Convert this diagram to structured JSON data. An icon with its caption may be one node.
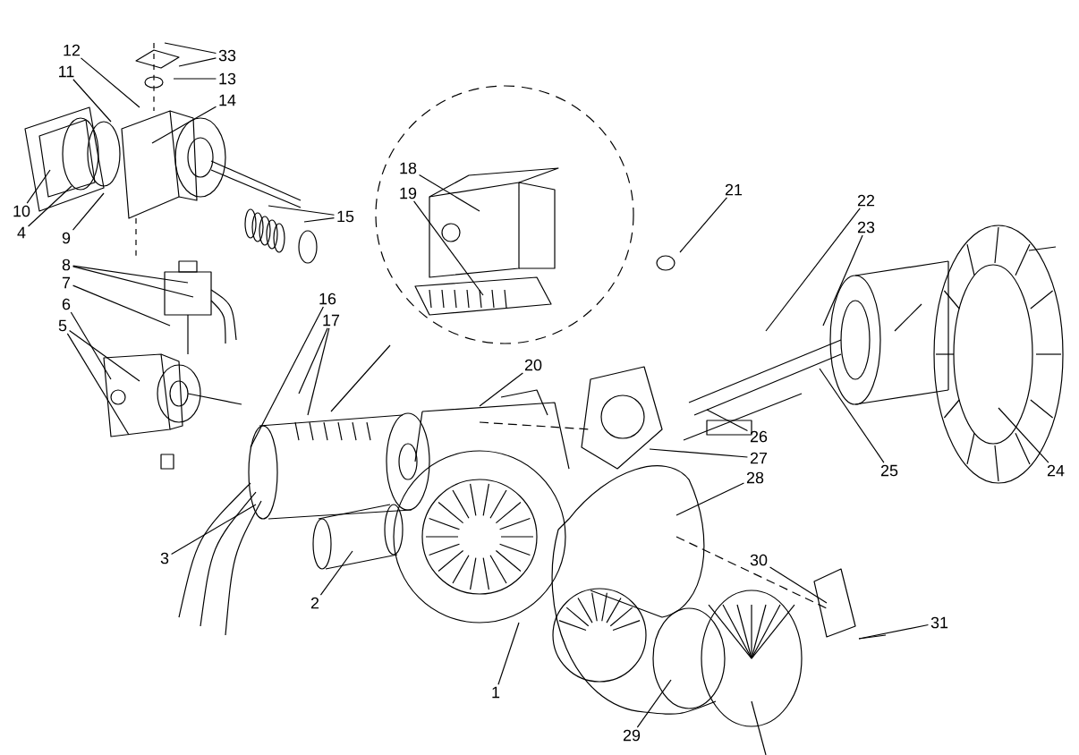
{
  "diagram": {
    "nodes": [
      {
        "text": [
          "12"
        ]
      },
      {
        "text": [
          "33"
        ]
      },
      {
        "text": [
          "11"
        ]
      },
      {
        "text": [
          "13"
        ]
      },
      {
        "text": [
          "14"
        ]
      },
      {
        "text": [
          "18"
        ]
      },
      {
        "text": [
          "21"
        ]
      },
      {
        "text": [
          "19"
        ]
      },
      {
        "text": [
          "22"
        ]
      },
      {
        "text": [
          "10"
        ]
      },
      {
        "text": [
          "15"
        ]
      },
      {
        "text": [
          "23"
        ]
      },
      {
        "text": [
          "4"
        ]
      },
      {
        "text": [
          "9"
        ]
      },
      {
        "text": [
          "8"
        ]
      },
      {
        "text": [
          "7"
        ]
      },
      {
        "text": [
          "16"
        ]
      },
      {
        "text": [
          "6"
        ]
      },
      {
        "text": [
          "17"
        ]
      },
      {
        "text": [
          "5"
        ]
      },
      {
        "text": [
          "20"
        ]
      },
      {
        "text": [
          "26"
        ]
      },
      {
        "text": [
          "24"
        ]
      },
      {
        "text": [
          "27"
        ]
      },
      {
        "text": [
          "25"
        ]
      },
      {
        "text": [
          "28"
        ]
      },
      {
        "text": [
          "3"
        ]
      },
      {
        "text": [
          "30"
        ]
      },
      {
        "text": [
          "2"
        ]
      },
      {
        "text": [
          "31"
        ]
      },
      {
        "text": [
          "1"
        ]
      },
      {
        "text": [
          "29"
        ]
      }
    ],
    "edges": [
      {
        "from": 0,
        "to": null,
        "arrow": "none"
      },
      {
        "from": 1,
        "to": null,
        "arrow": "none"
      },
      {
        "from": 1,
        "to": null,
        "arrow": "none"
      },
      {
        "from": 2,
        "to": null,
        "arrow": "none"
      },
      {
        "from": 3,
        "to": null,
        "arrow": "none"
      },
      {
        "from": 4,
        "to": null,
        "arrow": "none"
      },
      {
        "from": 5,
        "to": null,
        "arrow": "none"
      },
      {
        "from": 6,
        "to": null,
        "arrow": "none"
      },
      {
        "from": 7,
        "to": null,
        "arrow": "none"
      },
      {
        "from": 8,
        "to": null,
        "arrow": "none"
      },
      {
        "from": 9,
        "to": null,
        "arrow": "none"
      },
      {
        "from": 10,
        "to": null,
        "arrow": "none"
      },
      {
        "from": 10,
        "to": null,
        "arrow": "none"
      },
      {
        "from": 11,
        "to": null,
        "arrow": "none"
      },
      {
        "from": 12,
        "to": null,
        "arrow": "none"
      },
      {
        "from": 13,
        "to": null,
        "arrow": "none"
      },
      {
        "from": 14,
        "to": null,
        "arrow": "none"
      },
      {
        "from": 14,
        "to": null,
        "arrow": "none"
      },
      {
        "from": 15,
        "to": null,
        "arrow": "none"
      },
      {
        "from": 16,
        "to": null,
        "arrow": "none"
      },
      {
        "from": 17,
        "to": null,
        "arrow": "none"
      },
      {
        "from": 18,
        "to": null,
        "arrow": "none"
      },
      {
        "from": 18,
        "to": null,
        "arrow": "none"
      },
      {
        "from": 19,
        "to": null,
        "arrow": "none"
      },
      {
        "from": 19,
        "to": null,
        "arrow": "none"
      },
      {
        "from": 20,
        "to": null,
        "arrow": "none"
      },
      {
        "from": 21,
        "to": null,
        "arrow": "none"
      },
      {
        "from": 22,
        "to": null,
        "arrow": "none"
      },
      {
        "from": 23,
        "to": null,
        "arrow": "none"
      },
      {
        "from": 24,
        "to": null,
        "arrow": "none"
      },
      {
        "from": 25,
        "to": null,
        "arrow": "none"
      },
      {
        "from": 26,
        "to": null,
        "arrow": "none"
      },
      {
        "from": 27,
        "to": null,
        "arrow": "none"
      },
      {
        "from": 28,
        "to": null,
        "arrow": "none"
      },
      {
        "from": 29,
        "to": null,
        "arrow": "none"
      },
      {
        "from": 30,
        "to": null,
        "arrow": "none"
      },
      {
        "from": 31,
        "to": null,
        "arrow": "none"
      }
    ]
  }
}
